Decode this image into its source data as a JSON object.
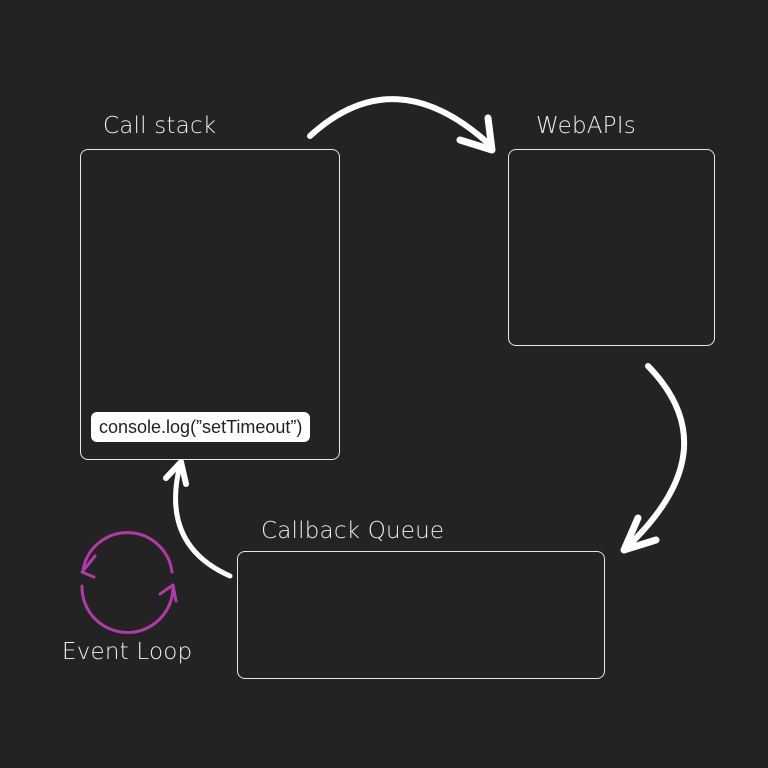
{
  "diagram": {
    "title": "JavaScript Event Loop",
    "call_stack": {
      "label": "Call stack",
      "items": [
        "console.log(”setTimeout”)"
      ]
    },
    "web_apis": {
      "label": "WebAPIs",
      "items": []
    },
    "callback_queue": {
      "label": "Callback Queue",
      "items": []
    },
    "event_loop": {
      "label": "Event Loop",
      "icon": "refresh-cycle-icon",
      "color": "#b03aa8"
    },
    "arrows": [
      {
        "from": "call_stack",
        "to": "web_apis"
      },
      {
        "from": "web_apis",
        "to": "callback_queue"
      },
      {
        "from": "callback_queue",
        "to": "call_stack"
      }
    ],
    "colors": {
      "background": "#232323",
      "stroke": "#ffffff",
      "accent": "#b03aa8"
    }
  }
}
